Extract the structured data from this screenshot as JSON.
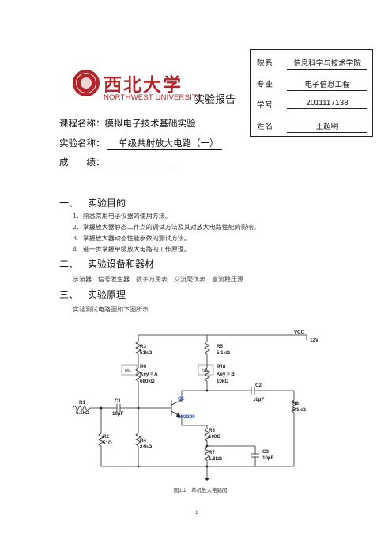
{
  "info": {
    "rows": [
      {
        "label": "院系",
        "value": "信息科学与技术学院"
      },
      {
        "label": "专业",
        "value": "电子信息工程"
      },
      {
        "label": "学号",
        "value": "2011117138"
      },
      {
        "label": "姓名",
        "value": "王超明"
      }
    ]
  },
  "logo": {
    "cn": "西北大学",
    "en": "NORTHWEST UNIVERSITY"
  },
  "report_title": "实验报告",
  "course": {
    "label": "课程名称：",
    "value": "模拟电子技术基础实验"
  },
  "experiment": {
    "label": "实验名称：",
    "value": "单级共射放大电路（一）"
  },
  "grade": {
    "label": "成　　绩：",
    "value": ""
  },
  "sections": {
    "purpose": {
      "num": "一、",
      "title": "实验目的",
      "items": [
        {
          "num": "1.",
          "text": "熟悉常用电子仪器的使用方法。"
        },
        {
          "num": "2.",
          "text": "掌握放大器静态工作点的调试方法及其对放大电路性能的影响。"
        },
        {
          "num": "3.",
          "text": "掌握放大器动态性能参数的测试方法。"
        },
        {
          "num": "4.",
          "text": "进一步掌握单级放大电路的工作原理。"
        }
      ]
    },
    "equipment": {
      "num": "二、",
      "title": "实验设备和器材",
      "text": "示波器　信号发生器　数字万用表　交流毫伏表　直流稳压源"
    },
    "principle": {
      "num": "三、",
      "title": "实验原理",
      "text": "实验测试电路图如下图所示"
    }
  },
  "circuit": {
    "vcc_label": "VCC",
    "vcc_value": "12V",
    "r3": {
      "name": "R3",
      "value": "51kΩ"
    },
    "r5": {
      "name": "R5",
      "value": "5.1kΩ"
    },
    "r9": {
      "name": "R9",
      "key": "Key = A",
      "value": "680kΩ",
      "percent": "8%"
    },
    "r10": {
      "name": "R10",
      "key": "Key = B",
      "value": "10kΩ",
      "percent": "66%"
    },
    "c2": {
      "name": "C2",
      "value": "10µF"
    },
    "r8": {
      "name": "R8",
      "value": "5.1kΩ"
    },
    "r1": {
      "name": "R1",
      "value": "5.1kΩ"
    },
    "c1": {
      "name": "C1",
      "value": "10µF"
    },
    "q1": {
      "name": "Q1",
      "model": "2N3390"
    },
    "r6": {
      "name": "R6",
      "value": "100Ω"
    },
    "r2": {
      "name": "R2",
      "value": "51Ω"
    },
    "r4": {
      "name": "R4",
      "value": "24kΩ"
    },
    "r7": {
      "name": "R7",
      "value": "1.8kΩ"
    },
    "c3": {
      "name": "C3",
      "value": "10µF"
    },
    "caption": "图1.1　单机放大电路图"
  },
  "page_number": "1",
  "colors": {
    "brand": "#b2252a",
    "transistor": "#1a3fb5"
  }
}
